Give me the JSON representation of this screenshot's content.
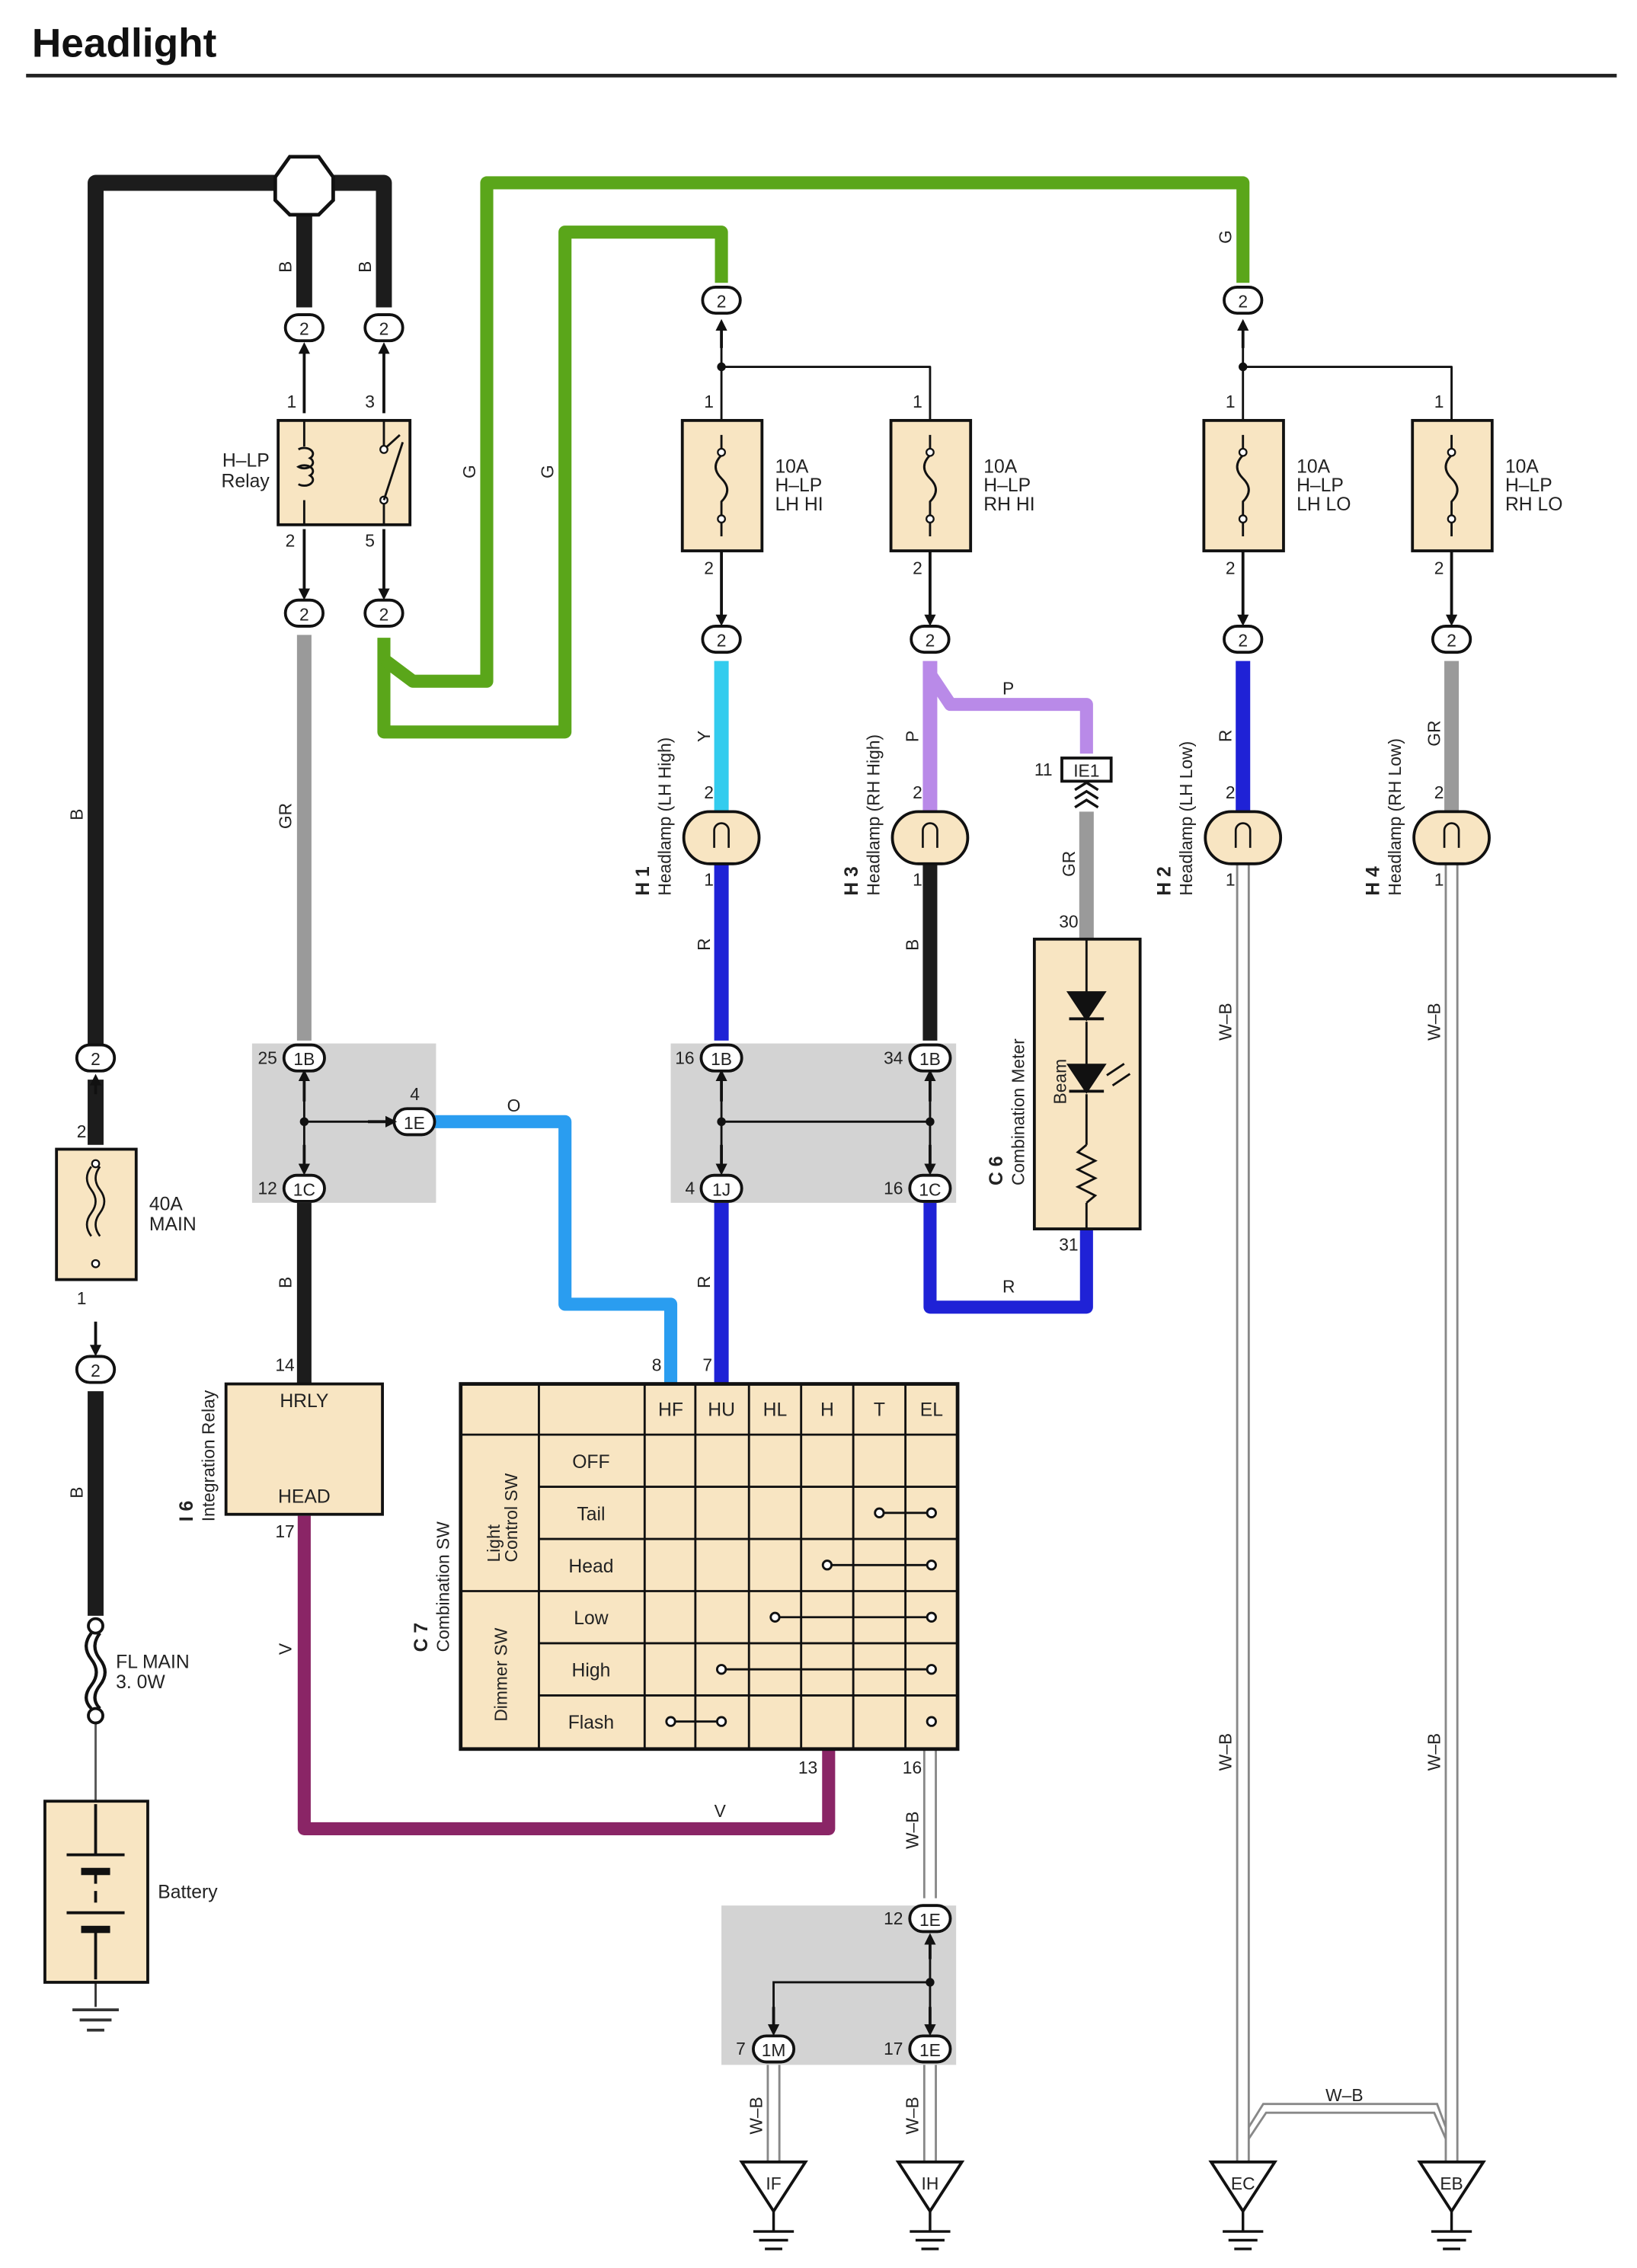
{
  "title": "Headlight",
  "wire_colors": {
    "B": "#1c1c1c",
    "G": "#5aa61a",
    "GR": "#9a9a9a",
    "Y": "#33ccee",
    "P": "#b98ae8",
    "R": "#1f22d6",
    "O": "#2a9df0",
    "V": "#8a2566",
    "WB": "#888888"
  },
  "wires": {
    "B": "B",
    "G": "G",
    "GR": "GR",
    "Y": "Y",
    "P": "P",
    "R": "R",
    "O": "O",
    "V": "V",
    "WB": "W–B"
  },
  "connectors": {
    "c2": "2",
    "c1B": "1B",
    "c1C": "1C",
    "c1E": "1E",
    "c1J": "1J",
    "c1M": "1M",
    "cIE1": "IE1"
  },
  "pins": {
    "p1": "1",
    "p2": "2",
    "p3": "3",
    "p4": "4",
    "p5": "5",
    "p7": "7",
    "p8": "8",
    "p11": "11",
    "p12": "12",
    "p13": "13",
    "p14": "14",
    "p16": "16",
    "p17": "17",
    "p25": "25",
    "p30": "30",
    "p31": "31",
    "p34": "34"
  },
  "relay": {
    "name_line1": "H–LP",
    "name_line2": "Relay"
  },
  "fuses": {
    "lh_hi": [
      "10A",
      "H–LP",
      "LH HI"
    ],
    "rh_hi": [
      "10A",
      "H–LP",
      "RH HI"
    ],
    "lh_lo": [
      "10A",
      "H–LP",
      "LH LO"
    ],
    "rh_lo": [
      "10A",
      "H–LP",
      "RH LO"
    ],
    "main": [
      "40A",
      "MAIN"
    ],
    "fl_main": [
      "FL MAIN",
      "3. 0W"
    ]
  },
  "headlamps": {
    "h1": {
      "code": "H 1",
      "name": "Headlamp (LH High)"
    },
    "h3": {
      "code": "H 3",
      "name": "Headlamp (RH High)"
    },
    "h2": {
      "code": "H 2",
      "name": "Headlamp (LH Low)"
    },
    "h4": {
      "code": "H 4",
      "name": "Headlamp (RH Low)"
    }
  },
  "meter": {
    "code": "C 6",
    "name": "Combination Meter",
    "beam": "Beam"
  },
  "integration_relay": {
    "code": "I 6",
    "name": "Integration Relay",
    "hrly": "HRLY",
    "head": "HEAD"
  },
  "combination_sw": {
    "code": "C 7",
    "name": "Combination SW",
    "light_control_1": "Light",
    "light_control_2": "Control SW",
    "dimmer": "Dimmer SW",
    "columns": [
      "HF",
      "HU",
      "HL",
      "H",
      "T",
      "EL"
    ],
    "rows": [
      "OFF",
      "Tail",
      "Head",
      "Low",
      "High",
      "Flash"
    ]
  },
  "battery": "Battery",
  "grounds": {
    "IF": "IF",
    "IH": "IH",
    "EC": "EC",
    "EB": "EB"
  }
}
